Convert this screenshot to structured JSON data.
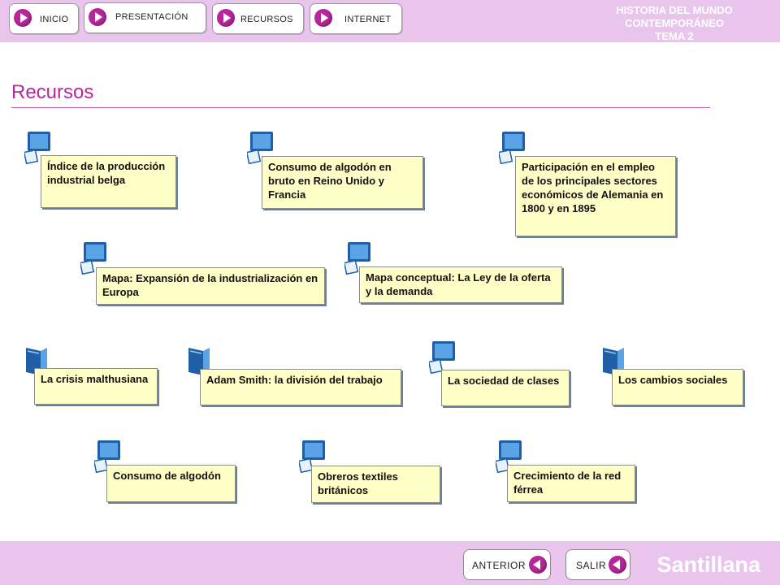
{
  "nav": {
    "inicio": "INICIO",
    "presentacion": "PRESENTACIÓN",
    "recursos": "RECURSOS",
    "internet": "INTERNET"
  },
  "header": {
    "line1": "HISTORIA DEL MUNDO CONTEMPORÁNEO",
    "line2": "TEMA 2"
  },
  "page_title": "Recursos",
  "resources": [
    {
      "label": "Índice de la producción industrial belga",
      "icon": "screen-document-icon"
    },
    {
      "label": "Consumo de algodón en bruto en Reino Unido y Francia",
      "icon": "screen-document-icon"
    },
    {
      "label": "Participación en el empleo de los principales sectores económicos de Alemania en 1800 y en 1895",
      "icon": "screen-document-icon"
    },
    {
      "label": "Mapa: Expansión de la industrialización en Europa",
      "icon": "screen-document-icon"
    },
    {
      "label": "Mapa conceptual: La Ley de la oferta y la demanda",
      "icon": "screen-document-icon"
    },
    {
      "label": "La crisis malthusiana",
      "icon": "book-icon"
    },
    {
      "label": "Adam Smith: la división del trabajo",
      "icon": "book-icon"
    },
    {
      "label": "La sociedad de clases",
      "icon": "screen-document-icon"
    },
    {
      "label": "Los cambios sociales",
      "icon": "book-icon"
    },
    {
      "label": "Consumo de algodón",
      "icon": "screen-document-icon"
    },
    {
      "label": "Obreros textiles británicos",
      "icon": "screen-document-icon"
    },
    {
      "label": "Crecimiento de la red férrea",
      "icon": "screen-document-icon"
    }
  ],
  "footer": {
    "anterior": "ANTERIOR",
    "salir": "SALIR",
    "brand": "Santillana"
  },
  "colors": {
    "bar": "#e9c5ee",
    "accent": "#b8279a",
    "card": "#ffffc8",
    "icon": "#3b7fc4"
  }
}
